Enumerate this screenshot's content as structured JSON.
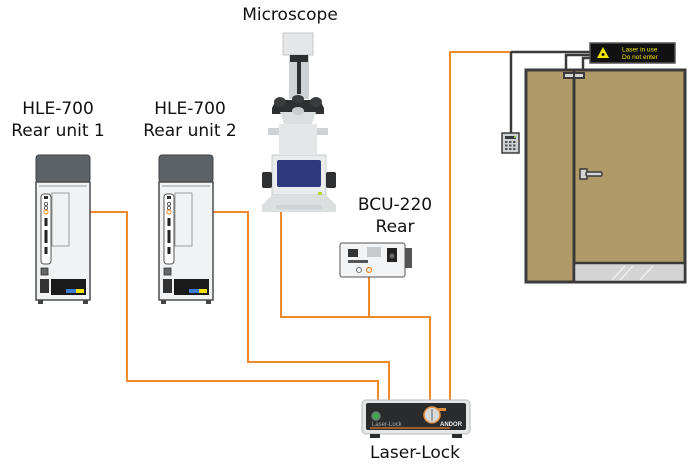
{
  "title": "Laser-Lock interlock wiring diagram",
  "labels": {
    "hle1_line1": "HLE-700",
    "hle1_line2": "Rear unit 1",
    "hle2_line1": "HLE-700",
    "hle2_line2": "Rear unit 2",
    "microscope": "Microscope",
    "bcu_line1": "BCU-220",
    "bcu_line2": "Rear",
    "laserlock": "Laser-Lock"
  },
  "laserlock_device": {
    "front_label": "Laser-Lock",
    "brand": "ANDOR"
  },
  "warning_sign": {
    "line1": "Laser in use",
    "line2": "Do not enter"
  },
  "colors": {
    "cable": "#ef8a2c",
    "door": "#b09a68",
    "door_outline": "#3a3a3a",
    "sign_bg": "#111111",
    "sign_text": "#f2e600",
    "microscope_screen": "#2e3a7e",
    "unit_top": "#5d6266"
  }
}
